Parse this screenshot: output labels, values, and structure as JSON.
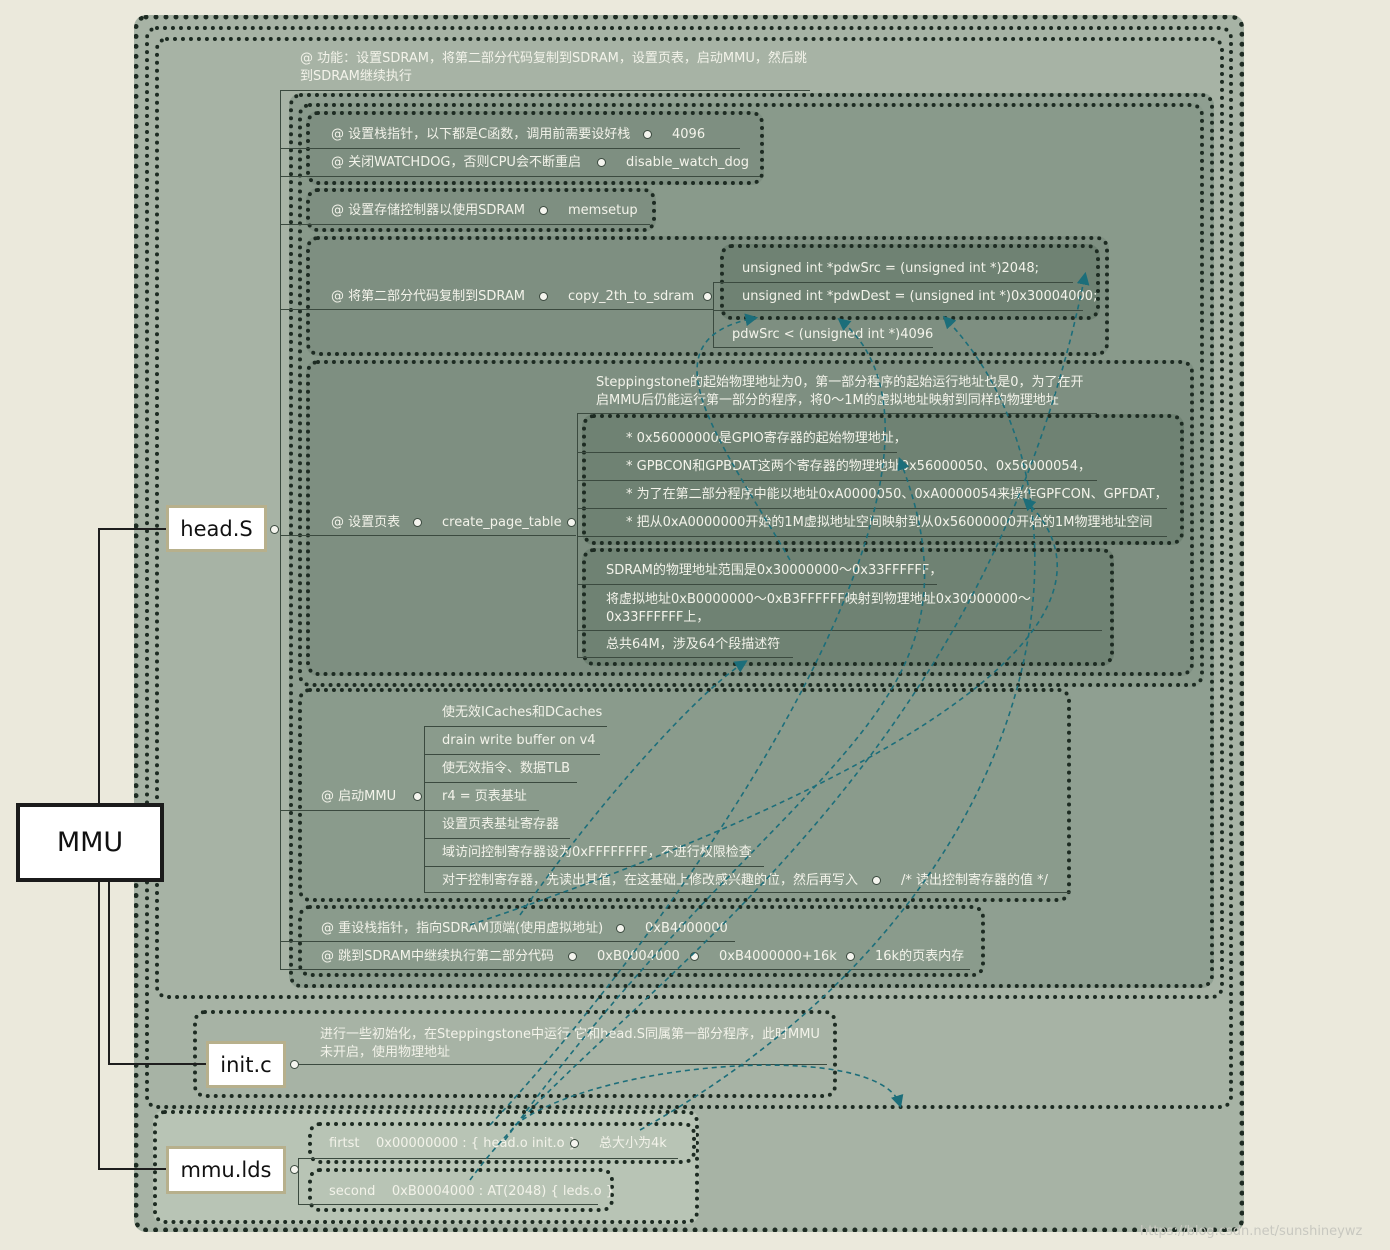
{
  "root": "MMU",
  "nodes": {
    "head": "head.S",
    "init": "init.c",
    "lds": "mmu.lds"
  },
  "head": {
    "summary": "@ 功能：设置SDRAM，将第二部分代码复制到SDRAM，设置页表，启动MMU，然后跳到SDRAM继续执行",
    "stack": {
      "label": "@ 设置栈指针，以下都是C函数，调用前需要设好栈",
      "value": "4096"
    },
    "watchdog": {
      "label": "@ 关闭WATCHDOG，否则CPU会不断重启",
      "value": "disable_watch_dog"
    },
    "mem": {
      "label": "@ 设置存储控制器以使用SDRAM",
      "value": "memsetup"
    },
    "copy": {
      "label": "@ 将第二部分代码复制到SDRAM",
      "value": "copy_2th_to_sdram",
      "details": [
        "unsigned int *pdwSrc  = (unsigned int *)2048;",
        "unsigned int *pdwDest = (unsigned int *)0x30004000;",
        "pdwSrc < (unsigned int *)4096"
      ]
    },
    "page": {
      "label": "@ 设置页表",
      "value": "create_page_table",
      "note": "Steppingstone的起始物理地址为0，第一部分程序的起始运行地址也是0，为了在开启MMU后仍能运行第一部分的程序，将0～1M的虚拟地址映射到同样的物理地址",
      "gpio": [
        "* 0x56000000是GPIO寄存器的起始物理地址，",
        "* GPBCON和GPBDAT这两个寄存器的物理地址0x56000050、0x56000054，",
        "* 为了在第二部分程序中能以地址0xA0000050、0xA0000054来操作GPFCON、GPFDAT，",
        "* 把从0xA0000000开始的1M虚拟地址空间映射到从0x56000000开始的1M物理地址空间"
      ],
      "sdram": [
        "SDRAM的物理地址范围是0x30000000～0x33FFFFFF，",
        "将虚拟地址0xB0000000～0xB3FFFFFF映射到物理地址0x30000000～0x33FFFFFF上，",
        "总共64M，涉及64个段描述符"
      ]
    },
    "mmu": {
      "label": "@ 启动MMU",
      "steps": [
        "使无效ICaches和DCaches",
        "drain write buffer on v4",
        "使无效指令、数据TLB",
        "r4 = 页表基址",
        "设置页表基址寄存器",
        "域访问控制寄存器设为0xFFFFFFFF，不进行权限检查",
        "对于控制寄存器，先读出其值，在这基础上修改感兴趣的位，然后再写入"
      ],
      "step_note": "/* 读出控制寄存器的值 */"
    },
    "resp": {
      "label": "@ 重设栈指针，指向SDRAM顶端(使用虚拟地址)",
      "value": "0xB4000000"
    },
    "jump": {
      "label": "@ 跳到SDRAM中继续执行第二部分代码",
      "values": [
        "0xB0004000",
        "0xB4000000+16k",
        "16k的页表内存"
      ]
    }
  },
  "init": {
    "note": "进行一些初始化，在Steppingstone中运行 它和head.S同属第一部分程序，此时MMU未开启，使用物理地址"
  },
  "lds": {
    "first": {
      "label": "firtst    0x00000000 : { head.o init.o }",
      "value": "总大小为4k"
    },
    "second": {
      "label": "second    0xB0004000 : AT(2048) { leds.o }"
    }
  },
  "watermark": "https://blog.csdn.net/sunshineywz",
  "colors": {
    "outer_bg": "#a7b3a5",
    "inner_bg": "#8f9f91",
    "deep_bg": "#7e8f81",
    "arrow": "#1c6e7a"
  }
}
